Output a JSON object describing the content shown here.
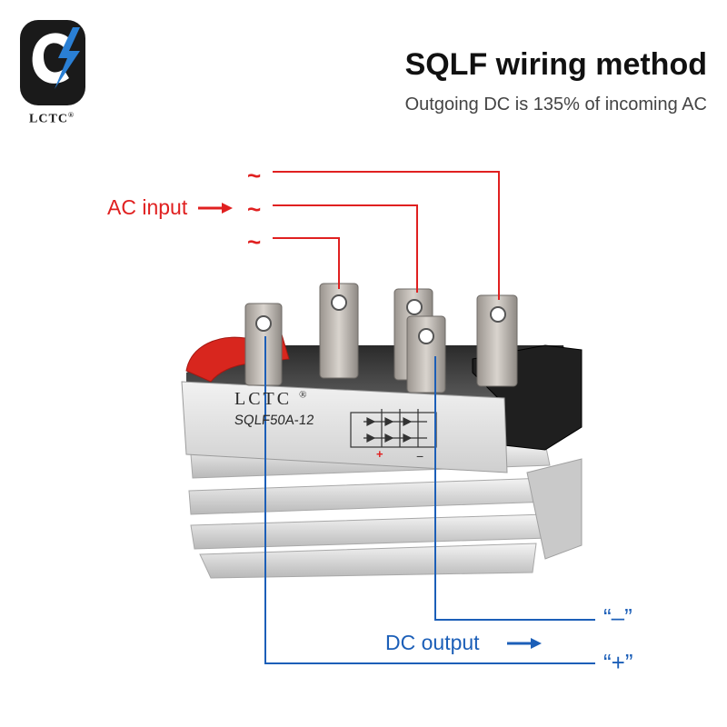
{
  "logo": {
    "brand": "LCTC",
    "reg_mark": "®"
  },
  "header": {
    "title": "SQLF wiring method",
    "subtitle": "Outgoing DC is 135% of incoming AC"
  },
  "labels": {
    "ac_input": "AC input",
    "dc_output": "DC output",
    "tilde_1": "~",
    "tilde_2": "~",
    "tilde_3": "~",
    "dc_minus": "“–”",
    "dc_plus": "“+”"
  },
  "device": {
    "brand_print": "LCTC",
    "model_print": "SQLF50A-12",
    "minus_mark": "−",
    "plus_mark": "+"
  },
  "colors": {
    "ac_wire": "#e02020",
    "dc_wire": "#1c5fb8",
    "logo_blue": "#2a7fd4",
    "housing_red": "#d8261e",
    "heatsink": "#dcdcdc"
  }
}
